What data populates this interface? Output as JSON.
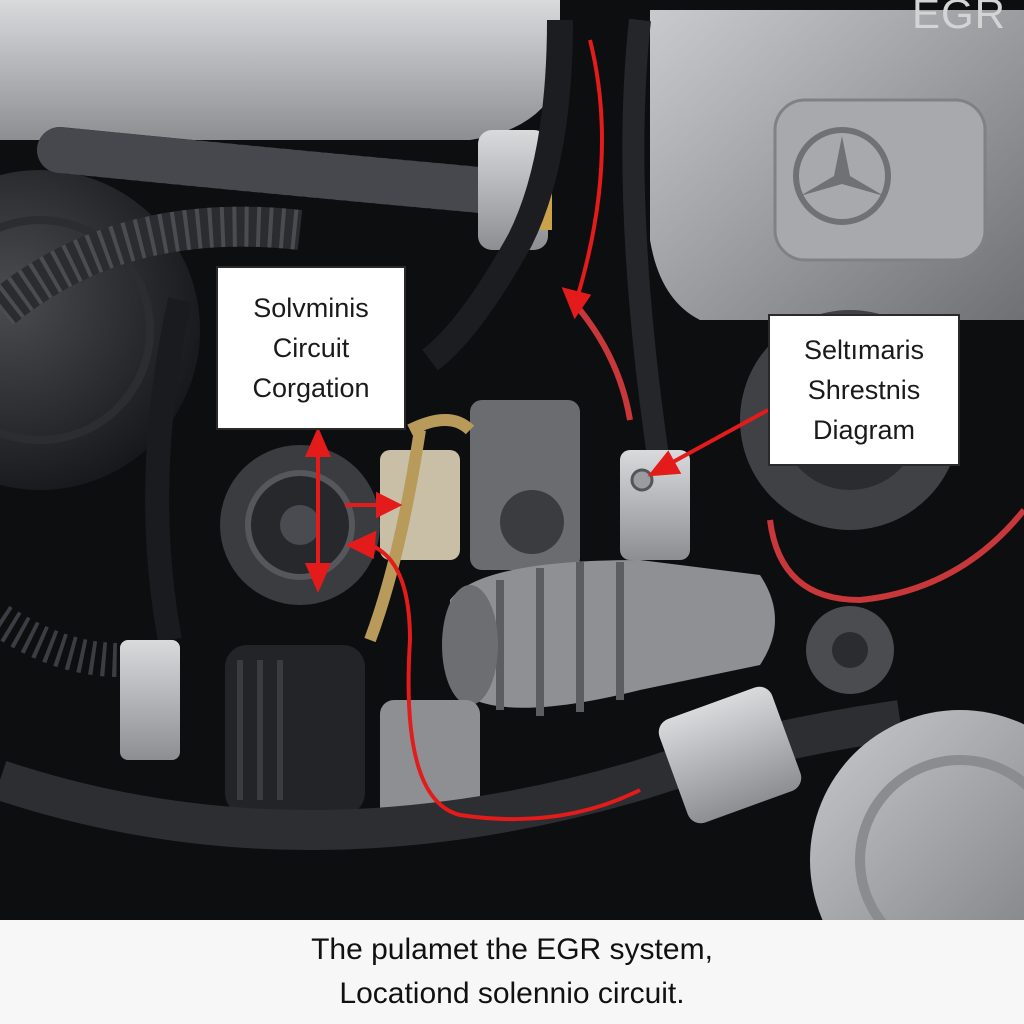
{
  "corner_text": "EGR",
  "labels": {
    "left": [
      "Solvminis",
      "Circuit",
      "Corgation"
    ],
    "right": [
      "Seltımaris",
      "Shrestnis",
      "Diagram"
    ]
  },
  "caption": [
    "The pulamet the EGR system,",
    "Locationd solennio circuit."
  ],
  "colors": {
    "annotation_red": "#e31b1b",
    "label_background": "#ffffff",
    "caption_background": "#f7f7f7"
  },
  "icons": [
    "brand-emblem-icon"
  ]
}
